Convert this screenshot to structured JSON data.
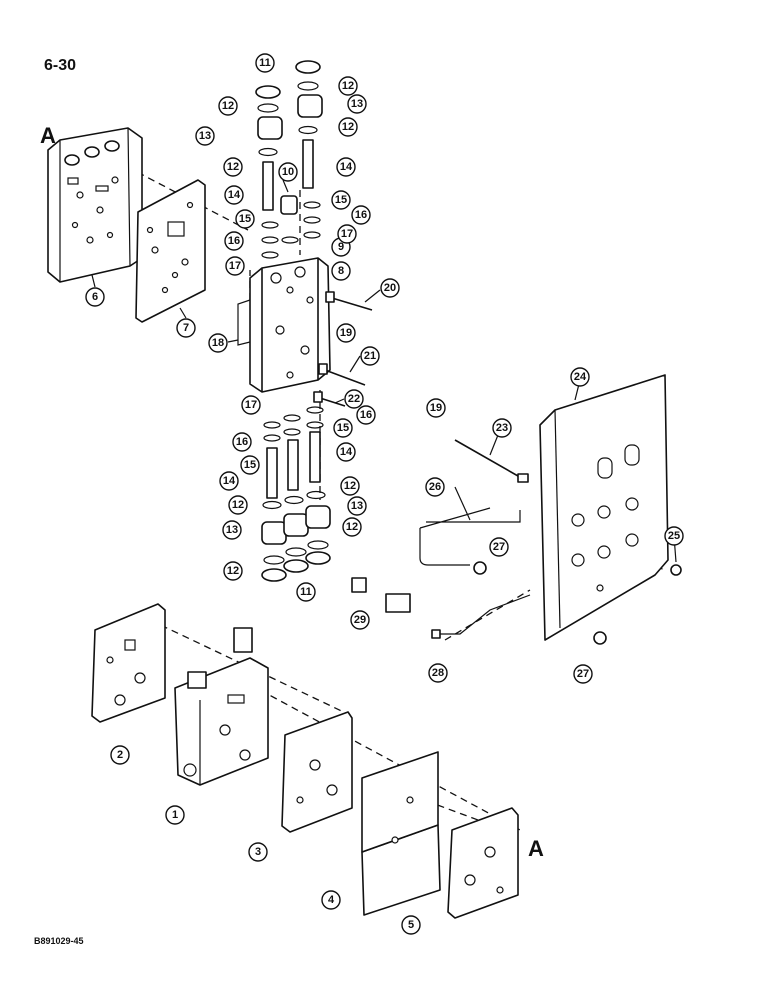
{
  "page": {
    "section_number": "6-30",
    "figure_id": "B891029-45",
    "connector_label": "A"
  },
  "callouts": {
    "c1": "1",
    "c2": "2",
    "c3": "3",
    "c4": "4",
    "c5": "5",
    "c6": "6",
    "c7": "7",
    "c8": "8",
    "c9": "9",
    "c10": "10",
    "c11a": "11",
    "c11b": "11",
    "c12a": "12",
    "c12b": "12",
    "c12c": "12",
    "c12d": "12",
    "c12e": "12",
    "c12f": "12",
    "c12g": "12",
    "c12h": "12",
    "c13a": "13",
    "c13b": "13",
    "c13c": "13",
    "c13d": "13",
    "c14a": "14",
    "c14b": "14",
    "c14c": "14",
    "c14d": "14",
    "c15a": "15",
    "c15b": "15",
    "c15c": "15",
    "c15d": "15",
    "c16a": "16",
    "c16b": "16",
    "c16c": "16",
    "c16d": "16",
    "c17a": "17",
    "c17b": "17",
    "c17c": "17",
    "c18": "18",
    "c19a": "19",
    "c19b": "19",
    "c20": "20",
    "c21": "21",
    "c22": "22",
    "c23": "23",
    "c24": "24",
    "c25": "25",
    "c26": "26",
    "c27a": "27",
    "c27b": "27",
    "c28": "28",
    "c29": "29"
  }
}
